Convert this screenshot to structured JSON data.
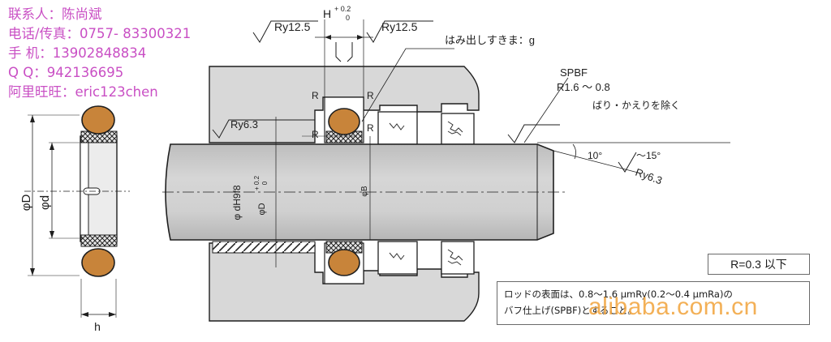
{
  "contact": {
    "lines": [
      "联系人：陈尚斌",
      "电话/传真：0757- 83300321",
      "手 机：13902848834",
      "Q Q：942136695",
      "阿里旺旺：eric123chen"
    ]
  },
  "labels": {
    "ry_top_left": "Ry12.5",
    "ry_top_right": "Ry12.5",
    "ry_left": "Ry6.3",
    "ry_chamfer": "Ry6.3",
    "groove_width": "H",
    "groove_tol_upper": "+ 0.2",
    "groove_tol_lower": "0",
    "extrusion_gap": "はみ出しすきま：g",
    "finish_code": "SPBF",
    "finish_range": "R1.6 ～ 0.8",
    "deburr_note": "ばり・かえりを除く",
    "angle_min": "10°",
    "angle_max": "～15°",
    "radius_mark": "R",
    "dim_phi_d_big": "φD",
    "dim_phi_d_small": "φd",
    "dim_h": "h",
    "bore_fit": "φ dH9f8",
    "groove_dia": "φD",
    "groove_dia_tol_upper": "+ 0.2",
    "groove_dia_tol_lower": "0",
    "rod_b": "φB",
    "r_limit": "R=0.3 以下"
  },
  "note": {
    "line1": "ロッドの表面は、0.8～1.6 μmRy(0.2～0.4 μmRa)の",
    "line2": "バフ仕上げ(SPBF)とすること。"
  },
  "watermark": "alibaba.com.cn",
  "colors": {
    "seal_fill": "#c8843a",
    "housing_fill": "#d8d8d8",
    "rod_fill": "#d0d0d0",
    "line": "#1e1e1e",
    "contact_text": "#c94fc4",
    "watermark": "#f2a640"
  }
}
